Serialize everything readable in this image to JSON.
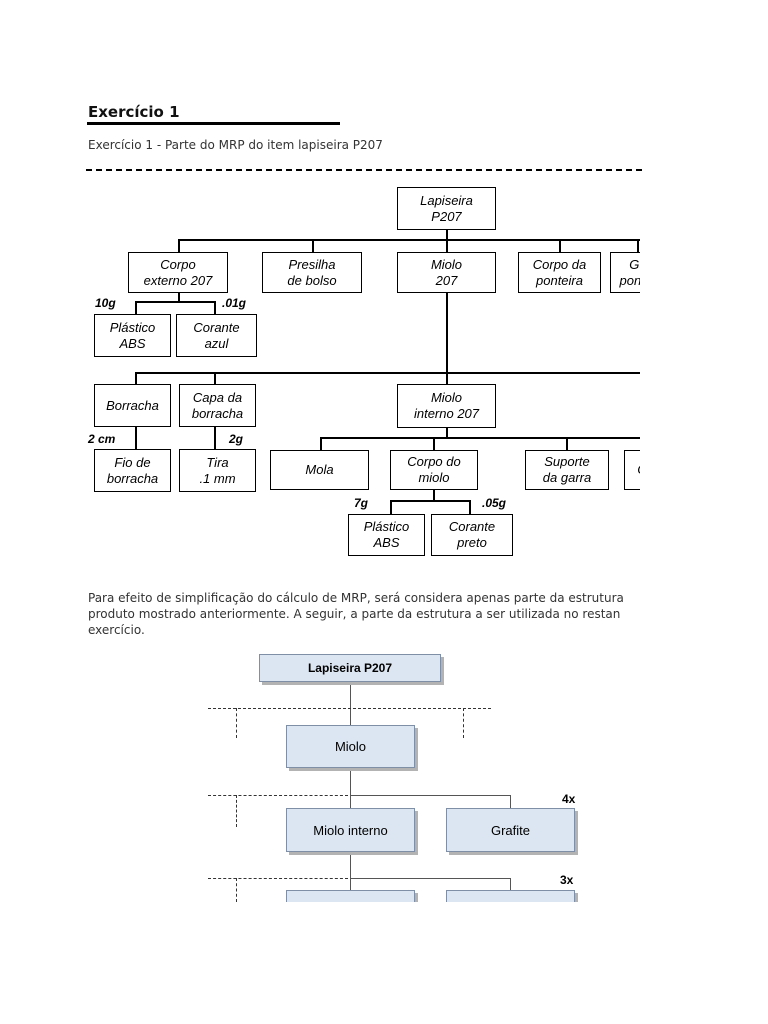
{
  "header": {
    "title": "Exercício 1",
    "subtitle": "Exercício 1 - Parte do MRP do item lapiseira P207"
  },
  "bom_tree": {
    "root": "Lapiseira\nP207",
    "level1": [
      "Corpo\nexterno 207",
      "Presilha\nde bolso",
      "Miolo\n207",
      "Corpo da\nponteira",
      "Guia\nponteira"
    ],
    "corpo_children": [
      "Plástico\nABS",
      "Corante\nazul"
    ],
    "corpo_qty": [
      "10g",
      ".01g"
    ],
    "mid_row": [
      "Borracha",
      "Capa da\nborracha",
      "Miolo\ninterno 207"
    ],
    "borracha_children": [
      "Fio de\nborracha",
      "Tira\n.1 mm"
    ],
    "borracha_qty": [
      "2 cm",
      "2g"
    ],
    "miolo_interno_children": [
      "Mola",
      "Corpo do\nmiolo",
      "Suporte\nda garra",
      "Garra"
    ],
    "corpo_miolo_children": [
      "Plástico\nABS",
      "Corante\npreto"
    ],
    "corpo_miolo_qty": [
      "7g",
      ".05g"
    ]
  },
  "paragraph": {
    "lines": [
      "Para efeito de simplificação do cálculo de MRP, será considera apenas parte da estrutura",
      "produto mostrado anteriormente. A seguir, a parte da estrutura a ser utilizada no restan",
      "exercício."
    ]
  },
  "simple_tree": {
    "root": "Lapiseira P207",
    "level1": "Miolo",
    "level2": [
      "Miolo interno",
      "Grafite"
    ],
    "level2_qty": "4x",
    "level3_qty": "3x"
  }
}
